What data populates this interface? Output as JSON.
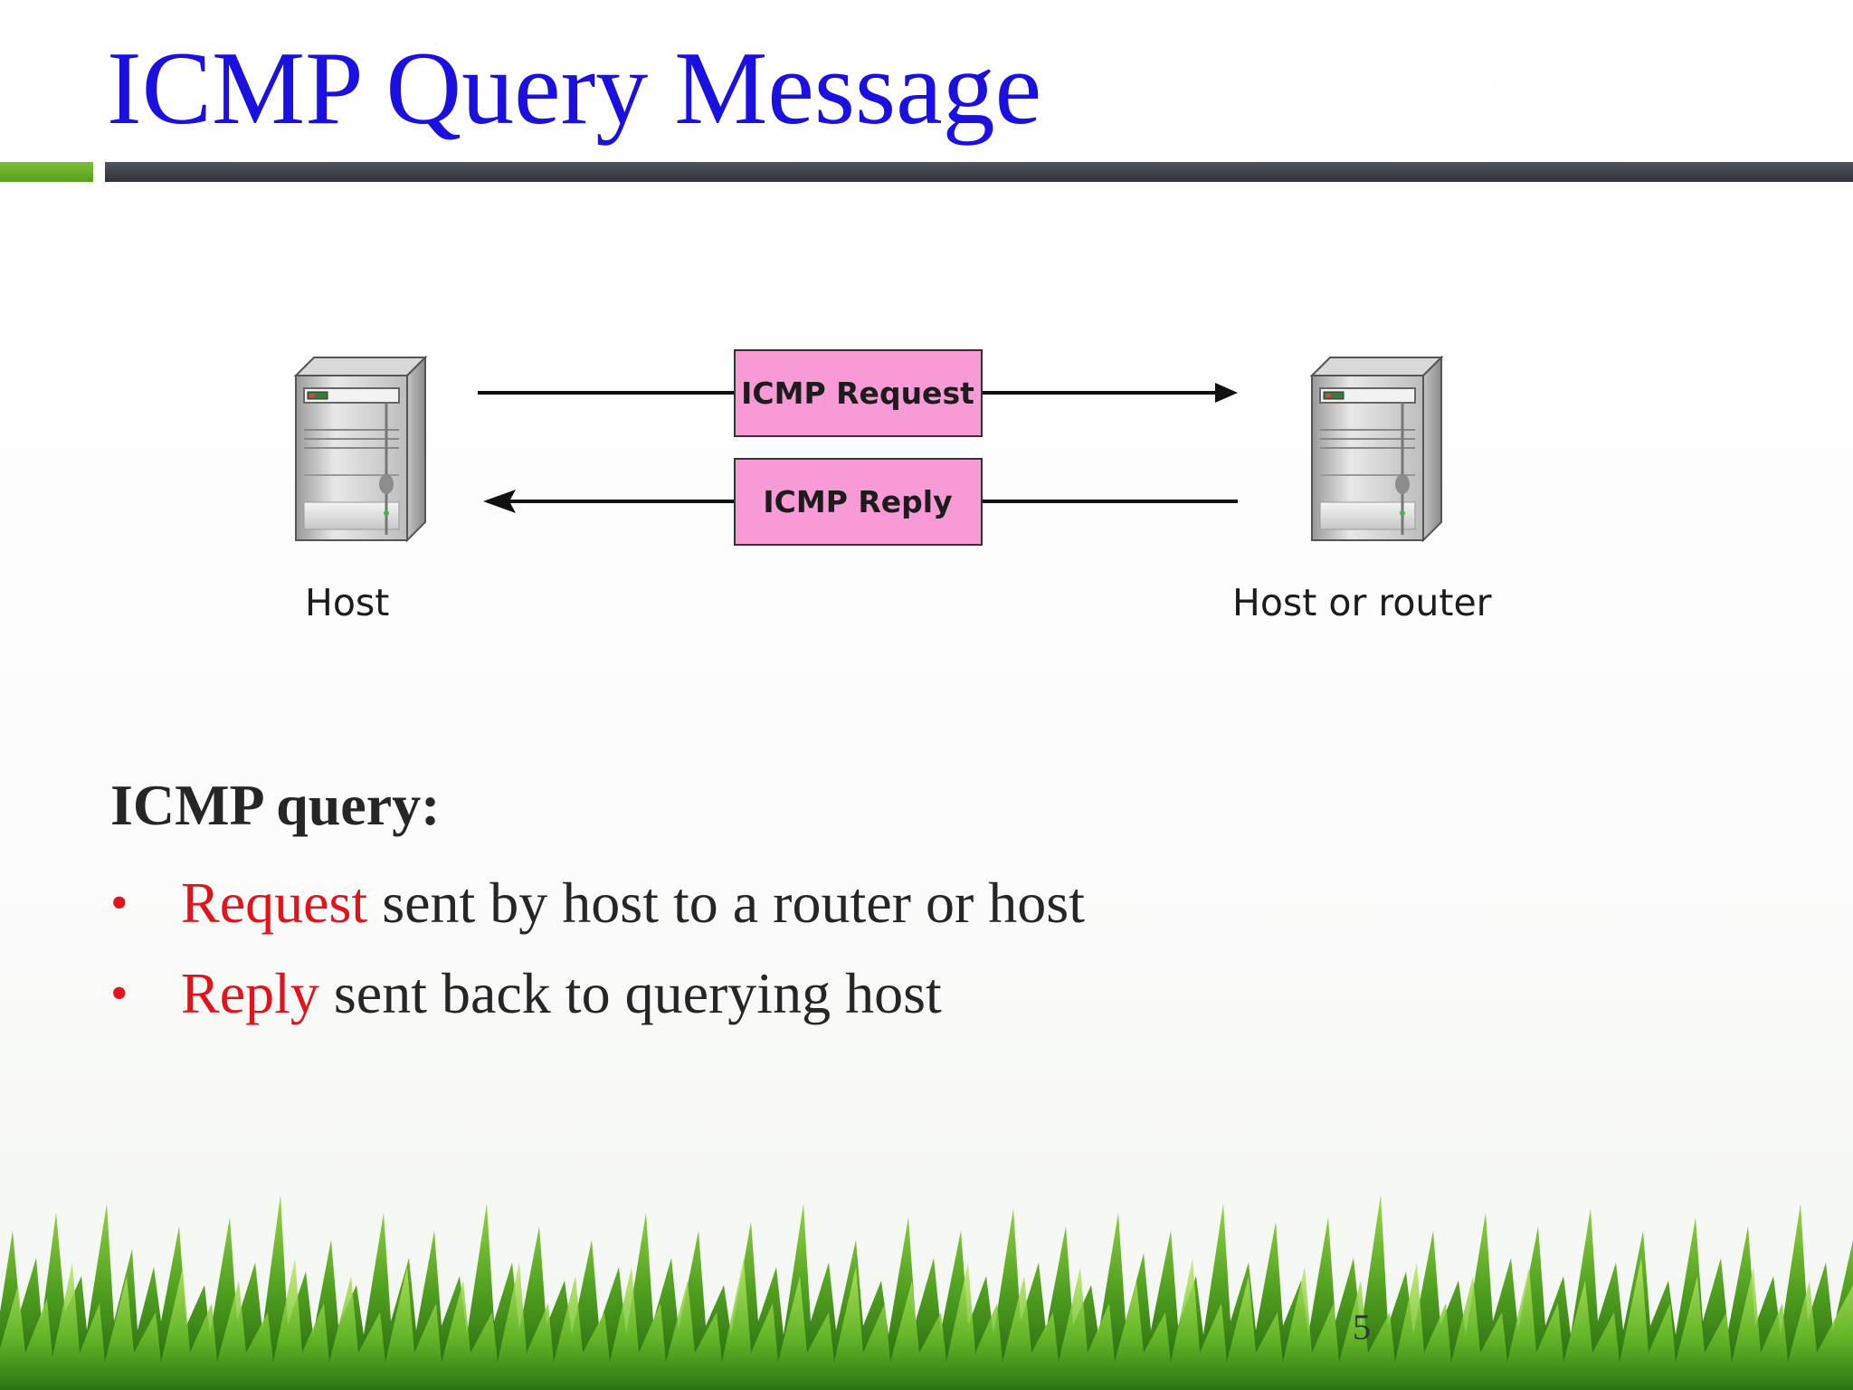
{
  "slide": {
    "title": "ICMP Query Message",
    "page_number": "5"
  },
  "diagram": {
    "left_node_label": "Host",
    "right_node_label": "Host or router",
    "request_label": "ICMP Request",
    "reply_label": "ICMP Reply",
    "message_box_color": "#f79ad6",
    "arrow_color": "#111111",
    "left_node_icon": "server-tower-icon",
    "right_node_icon": "server-tower-icon"
  },
  "content": {
    "heading": "ICMP query:",
    "bullets": [
      {
        "keyword": "Request",
        "text": " sent by host to a router or host"
      },
      {
        "keyword": "Reply",
        "text": " sent back to querying host"
      }
    ],
    "keyword_color": "#e0141a"
  },
  "colors": {
    "title": "#1a10e0",
    "accent_green": "#6cb22a",
    "bar_dark": "#3a3f44"
  }
}
